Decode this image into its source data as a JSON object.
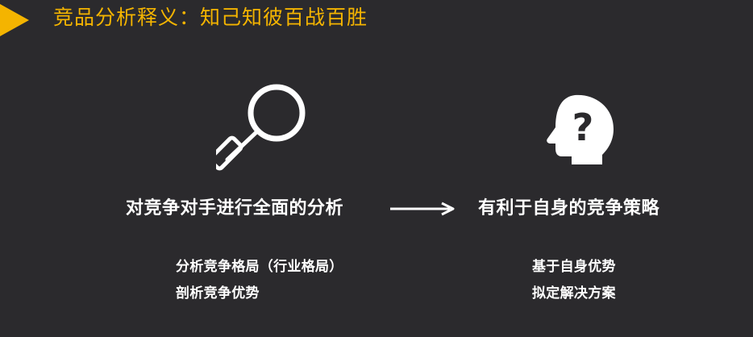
{
  "title": "竞品分析释义：知己知彼百战百胜",
  "colors": {
    "accent": "#f4b400",
    "background": "#2b2a2d",
    "text": "#ffffff"
  },
  "left": {
    "icon": "magnifier-icon",
    "heading": "对竞争对手进行全面的分析",
    "points": [
      "分析竞争格局（行业格局）",
      "剖析竞争优势"
    ]
  },
  "arrow_icon": "right-arrow-icon",
  "right": {
    "icon": "head-question-icon",
    "heading": "有利于自身的竞争策略",
    "points": [
      "基于自身优势",
      "拟定解决方案"
    ]
  }
}
